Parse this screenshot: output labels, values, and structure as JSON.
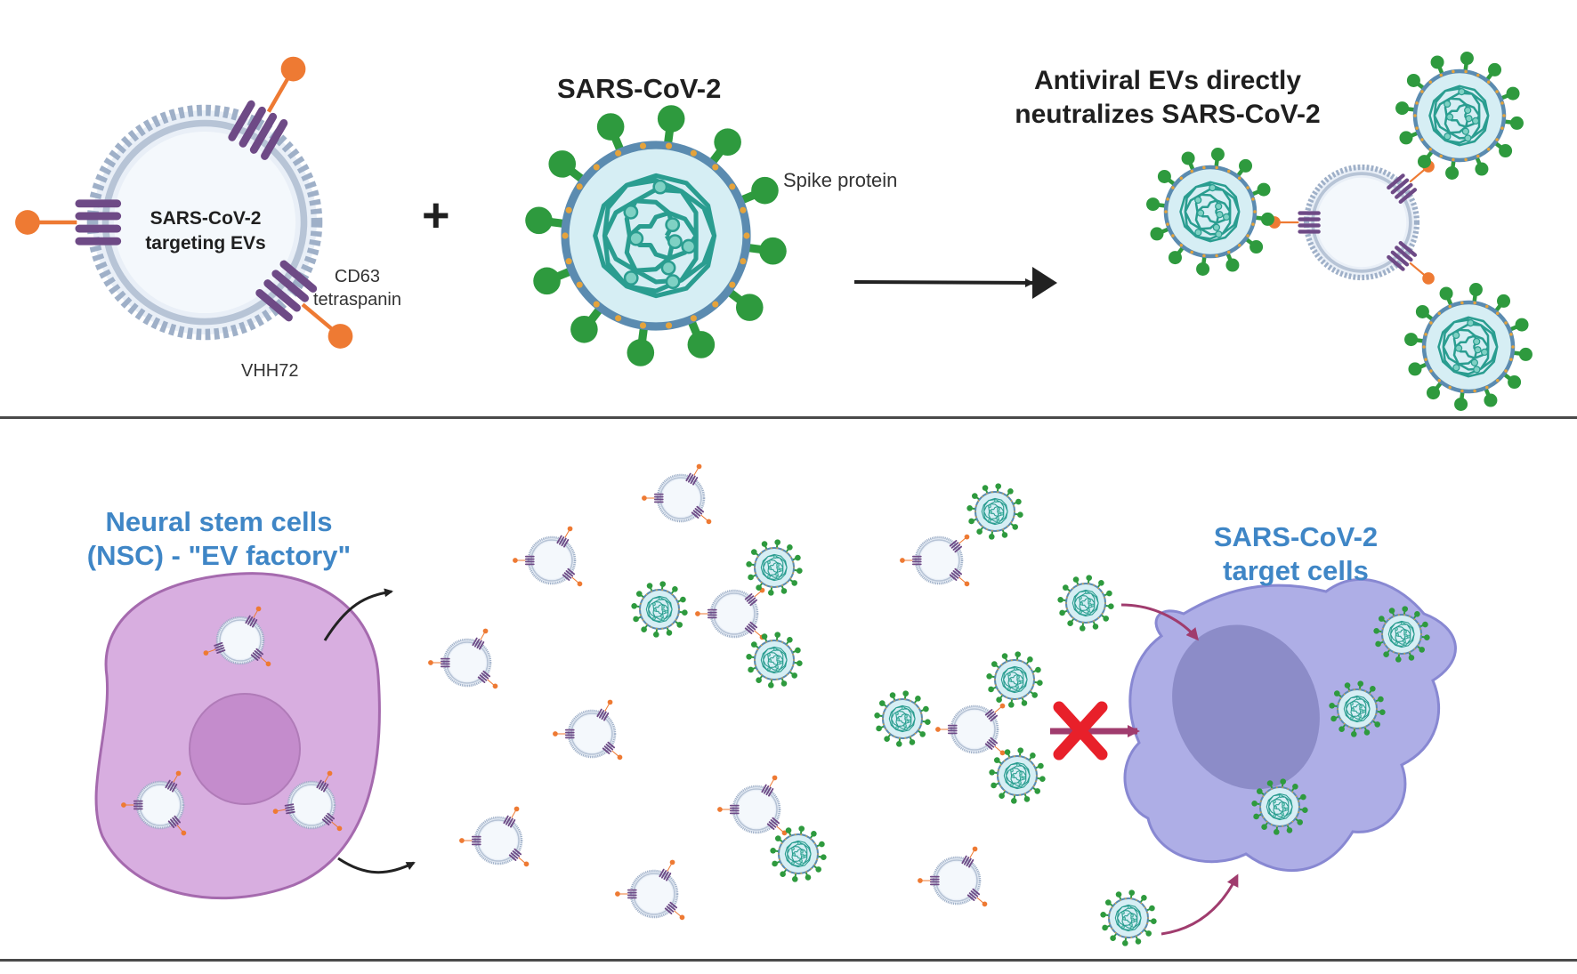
{
  "top_panel": {
    "ev_label": [
      "SARS-CoV-2",
      "targeting EVs"
    ],
    "plus_sign": "+",
    "virus_title": "SARS-CoV-2",
    "spike_label": "Spike protein",
    "cd63_label": [
      "CD63",
      "tetraspanin"
    ],
    "vhh_label": "VHH72",
    "result_title": [
      "Antiviral EVs directly",
      "neutralizes SARS-CoV-2"
    ]
  },
  "bottom_panel": {
    "nsc_label": [
      "Neural stem cells",
      "(NSC) - \"EV factory\""
    ],
    "target_label": [
      "SARS-CoV-2",
      "target cells"
    ]
  },
  "colors": {
    "tetraspanin": "#6e4a86",
    "nanobody": "#ee7a33",
    "spike": "#2e9a3e",
    "virus_fill": "#d6eef4",
    "virus_rna": "#2a9d90",
    "nsc_cell": "#d8aee0",
    "target_cell": "#aeaee6",
    "block_cross": "#e8202a",
    "label_blue": "#3f86c6",
    "arrow_magenta": "#a03c6e"
  },
  "icons": {
    "extracellular_vesicle": "ev-icon",
    "virus": "virus-icon",
    "block": "cross-icon",
    "arrow": "arrow-icon"
  }
}
